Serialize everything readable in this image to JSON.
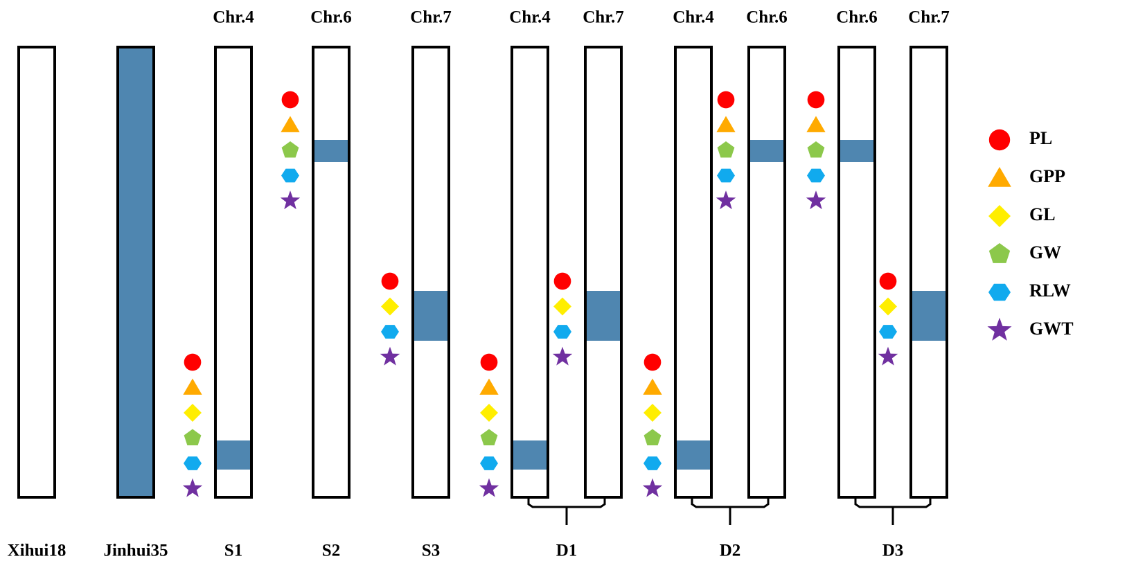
{
  "colors": {
    "segment": "#4f86b0",
    "outline": "#000000",
    "PL": "#ff0000",
    "GPP": "#ffaa00",
    "GL": "#ffee00",
    "GW": "#8cc84b",
    "RLW": "#11aaee",
    "GWT": "#7030a0"
  },
  "legend": [
    {
      "key": "PL",
      "label": "PL",
      "shape": "circle"
    },
    {
      "key": "GPP",
      "label": "GPP",
      "shape": "triangle"
    },
    {
      "key": "GL",
      "label": "GL",
      "shape": "diamond"
    },
    {
      "key": "GW",
      "label": "GW",
      "shape": "pentagon"
    },
    {
      "key": "RLW",
      "label": "RLW",
      "shape": "hexagon"
    },
    {
      "key": "GWT",
      "label": "GWT",
      "shape": "star"
    }
  ],
  "groups": [
    {
      "id": "xihui18",
      "label": "Xihui18",
      "chromosomes": [
        {
          "name": "",
          "fill": "none"
        }
      ]
    },
    {
      "id": "jinhui35",
      "label": "Jinhui35",
      "chromosomes": [
        {
          "name": "",
          "fill": "full"
        }
      ]
    },
    {
      "id": "s1",
      "label": "S1",
      "chromosomes": [
        {
          "name": "Chr.4",
          "traits": [
            "PL",
            "GPP",
            "GL",
            "GW",
            "RLW",
            "GWT"
          ]
        }
      ]
    },
    {
      "id": "s2",
      "label": "S2",
      "chromosomes": [
        {
          "name": "Chr.6",
          "traits": [
            "PL",
            "GPP",
            "GW",
            "RLW",
            "GWT"
          ]
        }
      ]
    },
    {
      "id": "s3",
      "label": "S3",
      "chromosomes": [
        {
          "name": "Chr.7",
          "traits": [
            "PL",
            "GL",
            "RLW",
            "GWT"
          ]
        }
      ]
    },
    {
      "id": "d1",
      "label": "D1",
      "chromosomes": [
        {
          "name": "Chr.4",
          "traits": [
            "PL",
            "GPP",
            "GL",
            "GW",
            "RLW",
            "GWT"
          ]
        },
        {
          "name": "Chr.7",
          "traits": [
            "PL",
            "GL",
            "RLW",
            "GWT"
          ]
        }
      ]
    },
    {
      "id": "d2",
      "label": "D2",
      "chromosomes": [
        {
          "name": "Chr.4",
          "traits": [
            "PL",
            "GPP",
            "GL",
            "GW",
            "RLW",
            "GWT"
          ]
        },
        {
          "name": "Chr.6",
          "traits": [
            "PL",
            "GPP",
            "GW",
            "RLW",
            "GWT"
          ]
        }
      ]
    },
    {
      "id": "d3",
      "label": "D3",
      "chromosomes": [
        {
          "name": "Chr.6",
          "traits": [
            "PL",
            "GPP",
            "GW",
            "RLW",
            "GWT"
          ]
        },
        {
          "name": "Chr.7",
          "traits": [
            "PL",
            "GL",
            "RLW",
            "GWT"
          ]
        }
      ]
    }
  ]
}
